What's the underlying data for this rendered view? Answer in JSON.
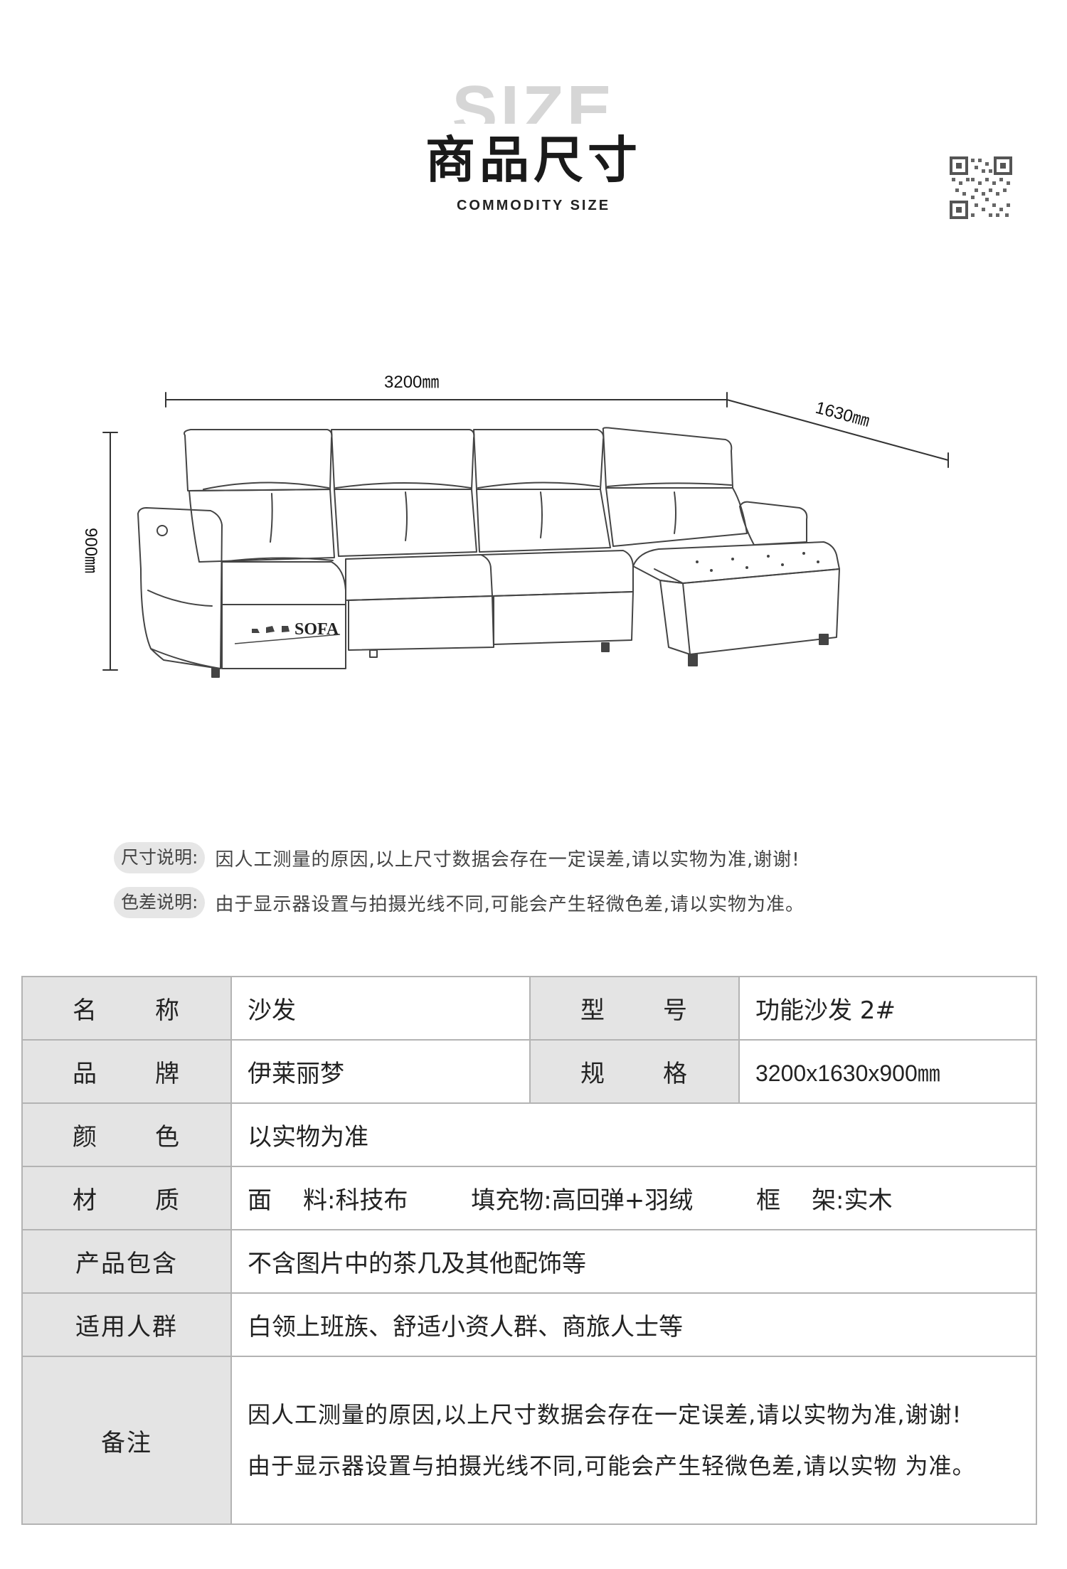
{
  "header": {
    "bg_word": "SIZE",
    "title": "商品尺寸",
    "subtitle": "COMMODITY SIZE"
  },
  "drawing": {
    "width_label": "3200㎜",
    "depth_label": "1630㎜",
    "height_label": "900㎜",
    "badge_text": "SOFA"
  },
  "notes": [
    {
      "tag": "尺寸说明:",
      "text": "因人工测量的原因,以上尺寸数据会存在一定误差,请以实物为准,谢谢!"
    },
    {
      "tag": "色差说明:",
      "text": "由于显示器设置与拍摄光线不同,可能会产生轻微色差,请以实物为准。"
    }
  ],
  "spec": {
    "name_label": [
      "名",
      "称"
    ],
    "name_value": "沙发",
    "model_label": [
      "型",
      "号"
    ],
    "model_value": "功能沙发 2#",
    "brand_label": [
      "品",
      "牌"
    ],
    "brand_value": "伊莱丽梦",
    "size_label": [
      "规",
      "格"
    ],
    "size_value": "3200x1630x900㎜",
    "color_label": [
      "颜",
      "色"
    ],
    "color_value": "以实物为准",
    "material_label": [
      "材",
      "质"
    ],
    "material": {
      "fabric_key": [
        "面",
        "料:"
      ],
      "fabric_value": "科技布",
      "filling_key": "填充物:",
      "filling_value": "高回弹+羽绒",
      "frame_key": [
        "框",
        "架:"
      ],
      "frame_value": "实木"
    },
    "package_label": "产品包含",
    "package_value": "不含图片中的茶几及其他配饰等",
    "audience_label": "适用人群",
    "audience_value": "白领上班族、舒适小资人群、商旅人士等",
    "remark_label": "备注",
    "remark_lines": [
      "因人工测量的原因,以上尺寸数据会存在一定误差,请以实物为准,谢谢!",
      "由于显示器设置与拍摄光线不同,可能会产生轻微色差,请以实物 为准。"
    ]
  }
}
